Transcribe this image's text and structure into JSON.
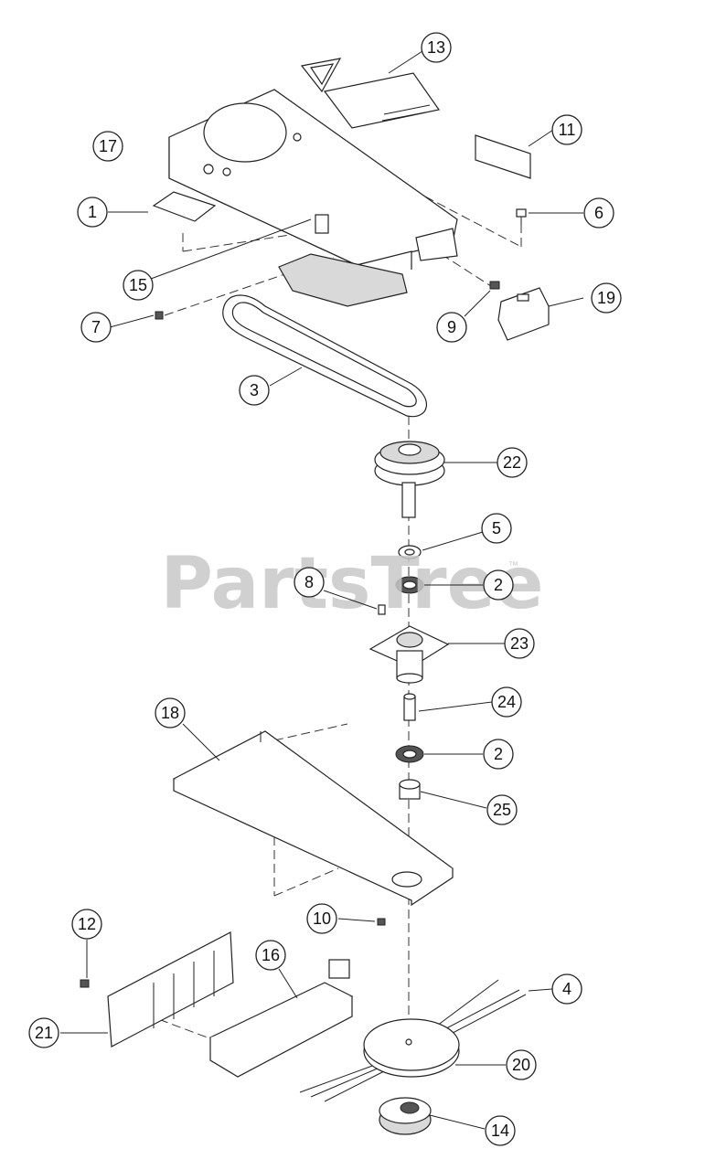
{
  "watermark": {
    "text": "PartsTree",
    "trademark": "™"
  },
  "callouts": [
    {
      "id": "c13",
      "label": "13"
    },
    {
      "id": "c11",
      "label": "11"
    },
    {
      "id": "c17",
      "label": "17"
    },
    {
      "id": "c1",
      "label": "1"
    },
    {
      "id": "c6",
      "label": "6"
    },
    {
      "id": "c15",
      "label": "15"
    },
    {
      "id": "c19",
      "label": "19"
    },
    {
      "id": "c7",
      "label": "7"
    },
    {
      "id": "c9",
      "label": "9"
    },
    {
      "id": "c3",
      "label": "3"
    },
    {
      "id": "c22",
      "label": "22"
    },
    {
      "id": "c5",
      "label": "5"
    },
    {
      "id": "c8",
      "label": "8"
    },
    {
      "id": "c2a",
      "label": "2"
    },
    {
      "id": "c23",
      "label": "23"
    },
    {
      "id": "c18",
      "label": "18"
    },
    {
      "id": "c24",
      "label": "24"
    },
    {
      "id": "c2b",
      "label": "2"
    },
    {
      "id": "c25",
      "label": "25"
    },
    {
      "id": "c10",
      "label": "10"
    },
    {
      "id": "c12",
      "label": "12"
    },
    {
      "id": "c16",
      "label": "16"
    },
    {
      "id": "c4",
      "label": "4"
    },
    {
      "id": "c21",
      "label": "21"
    },
    {
      "id": "c20",
      "label": "20"
    },
    {
      "id": "c14",
      "label": "14"
    }
  ]
}
